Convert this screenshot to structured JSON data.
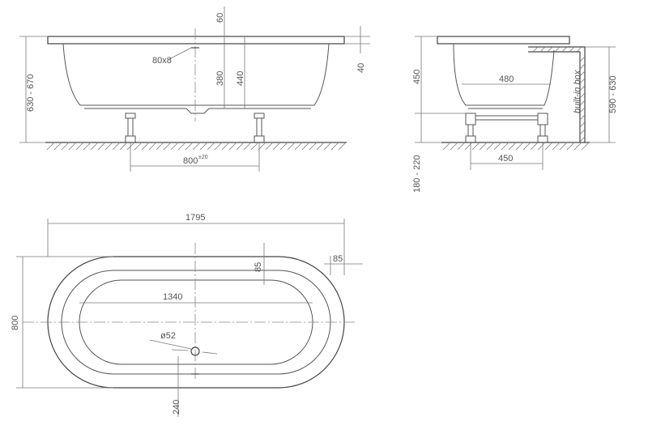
{
  "side_view": {
    "dim_rim": "60",
    "dim_rim_right": "40",
    "dim_overflow": "80x8",
    "dim_depth_inner": "380",
    "dim_depth_outer": "440",
    "dim_height": "630 - 670",
    "dim_legs": "800",
    "dim_legs_tol": "±20"
  },
  "end_view": {
    "dim_height_450": "450",
    "dim_width_480": "480",
    "dim_legs_450": "450",
    "dim_box_height": "590 - 630",
    "dim_leg_height": "180 - 220",
    "label_builtin": "built-in box"
  },
  "top_view": {
    "dim_length": "1795",
    "dim_width": "800",
    "dim_inner_length": "1340",
    "dim_rim_top": "85",
    "dim_rim_right": "85",
    "dim_drain": "ø52",
    "dim_drain_offset": "240"
  }
}
